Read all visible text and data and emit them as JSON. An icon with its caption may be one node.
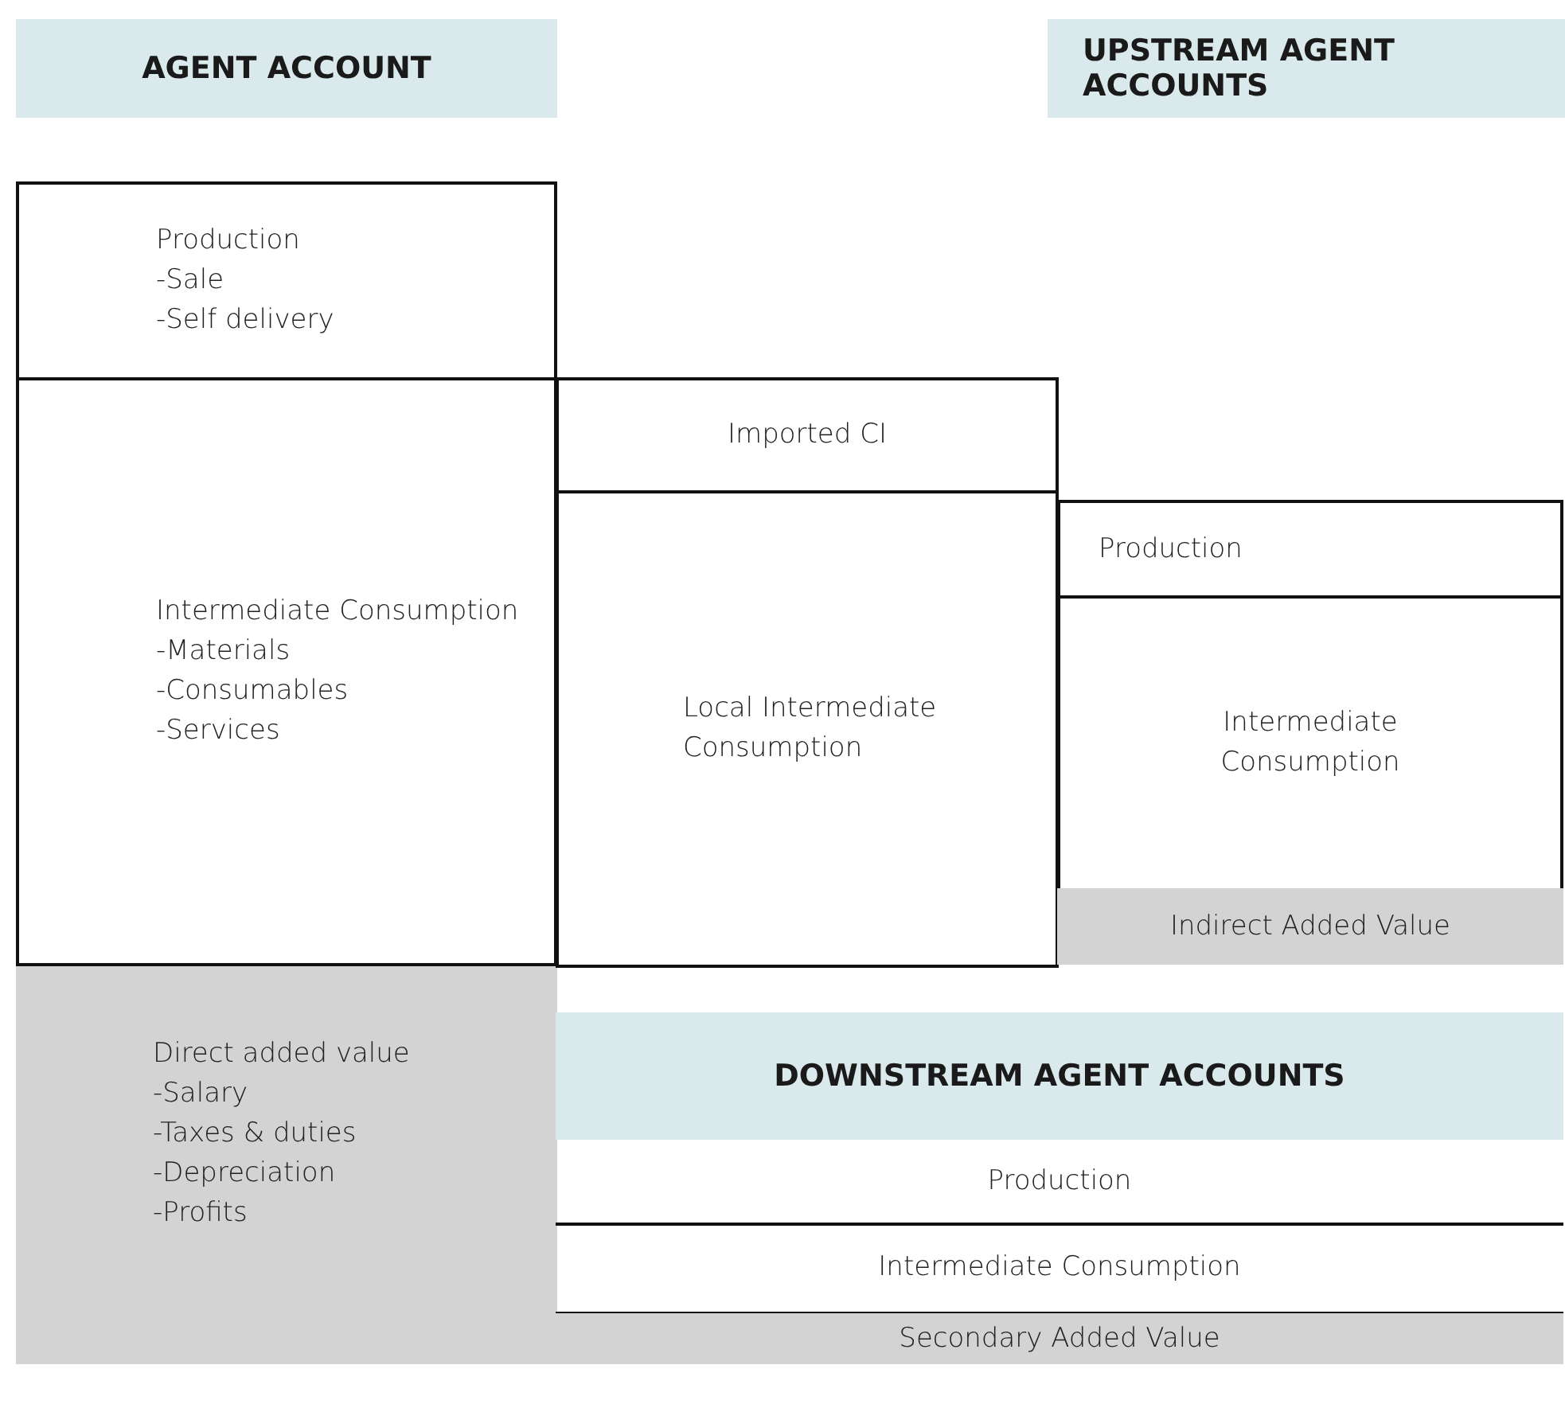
{
  "diagram": {
    "nodes": [
      {
        "text": [
          "AGENT ACCOUNT"
        ]
      },
      {
        "text": [
          "UPSTREAM AGENT ACCOUNTS"
        ]
      },
      {
        "text": [
          "Production",
          "-Sale",
          "-Self delivery"
        ]
      },
      {
        "text": [
          "Intermediate Consumption",
          "-Materials",
          "-Consumables",
          "-Services"
        ]
      },
      {
        "text": [
          "Direct added value",
          "-Salary",
          "-Taxes & duties",
          "-Depreciation",
          "-Profits"
        ]
      },
      {
        "text": [
          "Imported CI"
        ]
      },
      {
        "text": [
          "Local Intermediate Consumption"
        ]
      },
      {
        "text": [
          "Production"
        ]
      },
      {
        "text": [
          "Intermediate Consumption"
        ]
      },
      {
        "text": [
          "Indirect Added Value"
        ]
      },
      {
        "text": [
          "DOWNSTREAM AGENT ACCOUNTS"
        ]
      },
      {
        "text": [
          "Production"
        ]
      },
      {
        "text": [
          "Intermediate Consumption"
        ]
      },
      {
        "text": [
          "Secondary Added Value"
        ]
      }
    ]
  }
}
